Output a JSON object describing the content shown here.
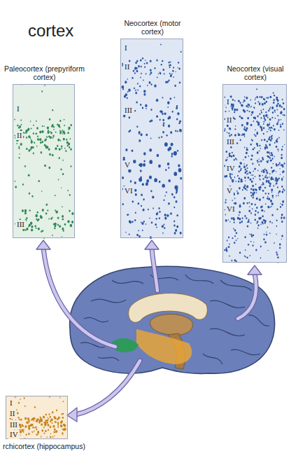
{
  "diagram": {
    "title": "cortex",
    "nodes": [
      {
        "text": [
          "Neocortex (motor cortex)",
          "I",
          "II",
          "III",
          "V",
          "VI"
        ]
      },
      {
        "text": [
          "Paleocortex (prepyriform cortex)",
          "I",
          "II",
          "III"
        ]
      },
      {
        "text": [
          "Neocortex (visual cortex)",
          "I",
          "II",
          "III",
          "IV",
          "V",
          "VI"
        ]
      },
      {
        "text": [
          "rchicortex (hippocampus)",
          "I",
          "II",
          "III",
          "IV"
        ]
      }
    ]
  }
}
